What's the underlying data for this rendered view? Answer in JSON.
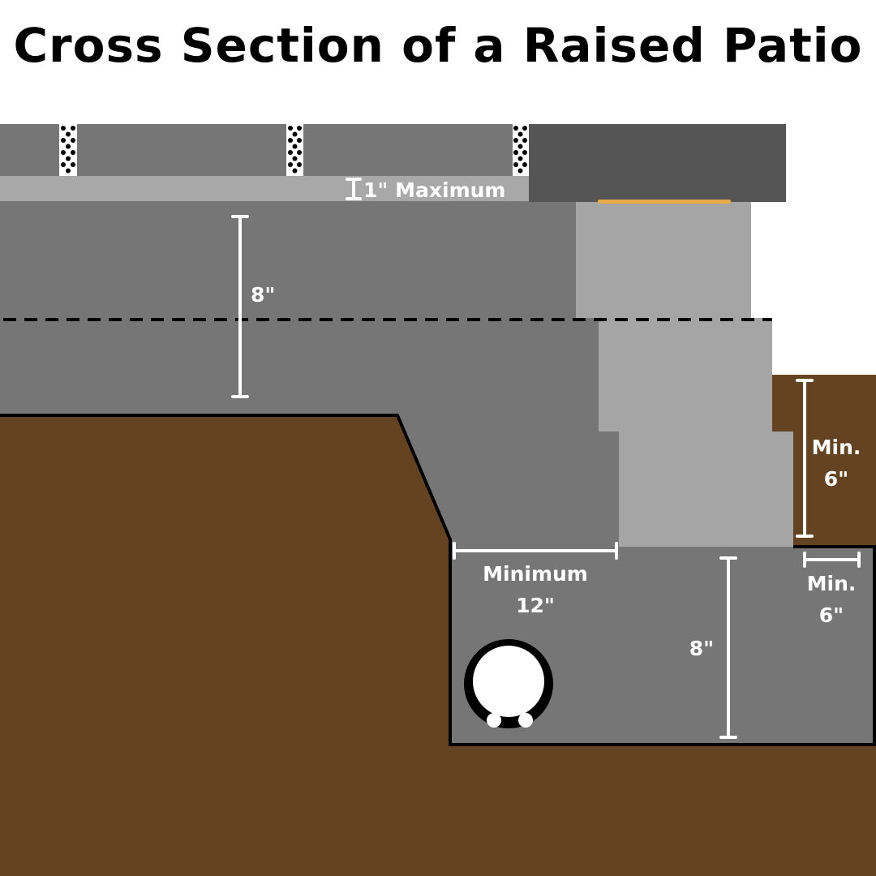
{
  "title": "Cross Section of a Raised Patio",
  "labels": {
    "bedding_thickness": "1\" Maximum",
    "base_depth": "8\"",
    "wall_embed_line1": "Min.",
    "wall_embed_line2": "6\"",
    "footing_extension_line1": "Minimum",
    "footing_extension_line2": "12\"",
    "footing_depth": "8\"",
    "footing_front_line1": "Min.",
    "footing_front_line2": "6\""
  },
  "colors": {
    "soil": "#634322",
    "base_gravel": "#767676",
    "wall_blocks": "#a5a5a5",
    "pavers": "#767676",
    "bedding_sand": "#a8a8a8",
    "capstone": "#555555",
    "adhesive": "#e8a94a",
    "outline": "#000000",
    "dimension_lines": "#ffffff"
  }
}
